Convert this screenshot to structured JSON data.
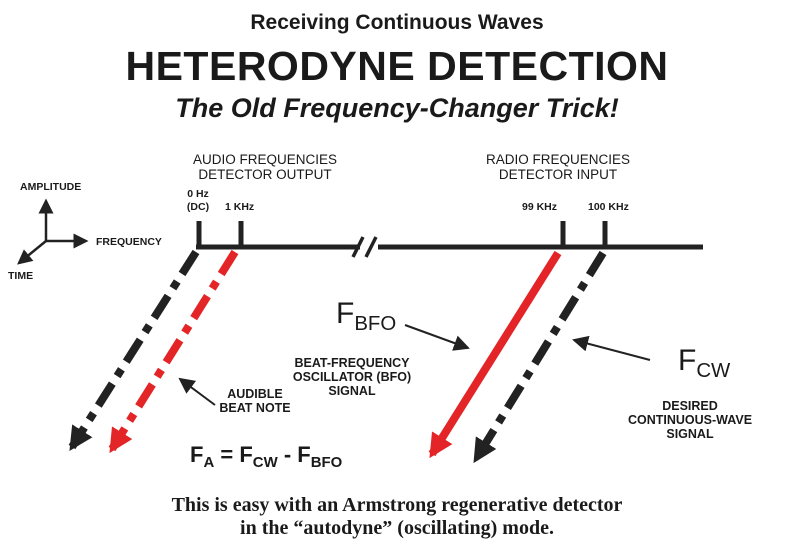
{
  "header": {
    "suptitle": "Receiving Continuous Waves",
    "title": "HETERODYNE DETECTION",
    "subtitle": "The Old Frequency-Changer Trick!"
  },
  "axes": {
    "amplitude": "AMPLITUDE",
    "frequency": "FREQUENCY",
    "time": "TIME"
  },
  "regions": {
    "audio_line1": "AUDIO FREQUENCIES",
    "audio_line2": "DETECTOR OUTPUT",
    "radio_line1": "RADIO FREQUENCIES",
    "radio_line2": "DETECTOR INPUT"
  },
  "ticks": {
    "zero_hz_line1": "0 Hz",
    "zero_hz_line2": "(DC)",
    "one_khz": "1 KHz",
    "ninety_nine_khz": "99 KHz",
    "hundred_khz": "100 KHz"
  },
  "labels": {
    "fbfo_main": "F",
    "fbfo_sub": "BFO",
    "fcw_main": "F",
    "fcw_sub": "CW",
    "bfo_line1": "BEAT-FREQUENCY",
    "bfo_line2": "OSCILLATOR (BFO)",
    "bfo_line3": "SIGNAL",
    "cw_line1": "DESIRED",
    "cw_line2": "CONTINUOUS-WAVE",
    "cw_line3": "SIGNAL",
    "beat_line1": "AUDIBLE",
    "beat_line2": "BEAT NOTE"
  },
  "formula": {
    "fa_main": "F",
    "fa_sub": "A",
    "eq": " = F",
    "cw_sub": "CW",
    "minus": " - F",
    "bfo_sub": "BFO"
  },
  "footer": {
    "line1": "This is easy with an Armstrong regenerative detector",
    "line2": "in the “autodyne” (oscillating) mode."
  },
  "colors": {
    "ink": "#222222",
    "red": "#e42528"
  }
}
